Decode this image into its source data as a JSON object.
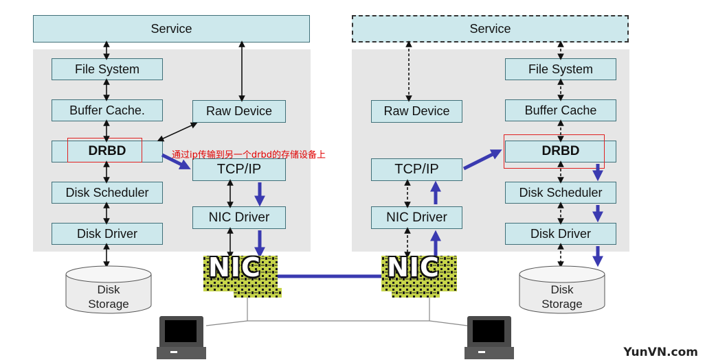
{
  "left": {
    "service": "Service",
    "file_system": "File System",
    "buffer_cache": "Buffer Cache.",
    "drbd": "DRBD",
    "disk_scheduler": "Disk Scheduler",
    "disk_driver": "Disk Driver",
    "raw_device": "Raw Device",
    "tcp_ip": "TCP/IP",
    "nic_driver": "NIC Driver",
    "nic": "NIC",
    "disk_line1": "Disk",
    "disk_line2": "Storage"
  },
  "right": {
    "service": "Service",
    "file_system": "File System",
    "buffer_cache": "Buffer Cache",
    "drbd": "DRBD",
    "disk_scheduler": "Disk Scheduler",
    "disk_driver": "Disk Driver",
    "raw_device": "Raw Device",
    "tcp_ip": "TCP/IP",
    "nic_driver": "NIC Driver",
    "nic": "NIC",
    "disk_line1": "Disk",
    "disk_line2": "Storage"
  },
  "annotation": "通过ip传输到另一个drbd的存储设备上",
  "watermark": "YunVN.com",
  "colors": {
    "box_fill": "#cde8ec",
    "panel": "#e6e6e6",
    "flow_arrow": "#3a3ab0",
    "highlight": "#e02020"
  }
}
